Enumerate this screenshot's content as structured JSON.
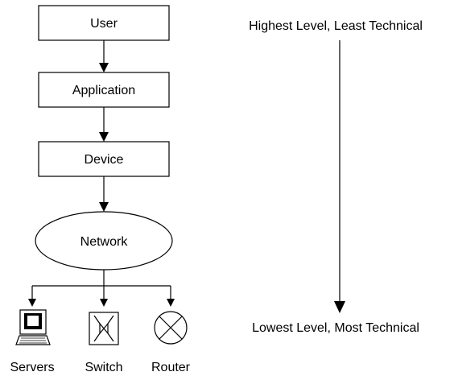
{
  "layers": {
    "user": "User",
    "application": "Application",
    "device": "Device",
    "network": "Network"
  },
  "devices": {
    "servers": "Servers",
    "switch": "Switch",
    "router": "Router"
  },
  "scale": {
    "top_label": "Highest Level, Least Technical",
    "bottom_label": "Lowest Level, Most Technical"
  }
}
